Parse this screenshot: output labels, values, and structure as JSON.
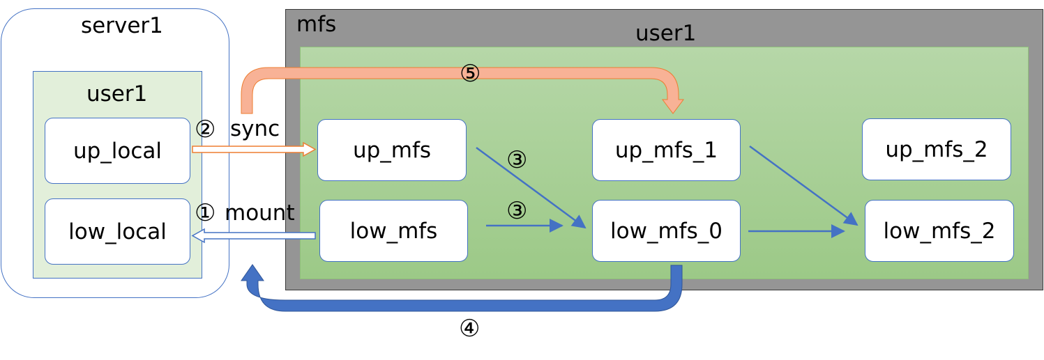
{
  "server": {
    "title": "server1",
    "user": "user1",
    "nodes": {
      "up": "up_local",
      "low": "low_local"
    }
  },
  "mfs": {
    "title": "mfs",
    "user": "user1",
    "nodes": {
      "up_mfs": "up_mfs",
      "low_mfs": "low_mfs",
      "up_mfs_1": "up_mfs_1",
      "low_mfs_0": "low_mfs_0",
      "up_mfs_2": "up_mfs_2",
      "low_mfs_2": "low_mfs_2"
    }
  },
  "steps": {
    "mount_num": "①",
    "mount_label": "mount",
    "sync_num": "②",
    "sync_label": "sync",
    "step3": "③",
    "step4": "④",
    "step5": "⑤"
  },
  "colors": {
    "border_blue": "#4472c4",
    "server_user_fill": "#e2efda",
    "mfs_gray": "#959595",
    "mfs_green_top": "#b6d7a8",
    "mfs_green_bottom": "#9cc987",
    "sync_arrow": "#f4b183",
    "sync_arrow_stroke": "#ed7d31",
    "mount_arrow_stroke": "#4472c4",
    "return_arrow": "#4472c4"
  }
}
